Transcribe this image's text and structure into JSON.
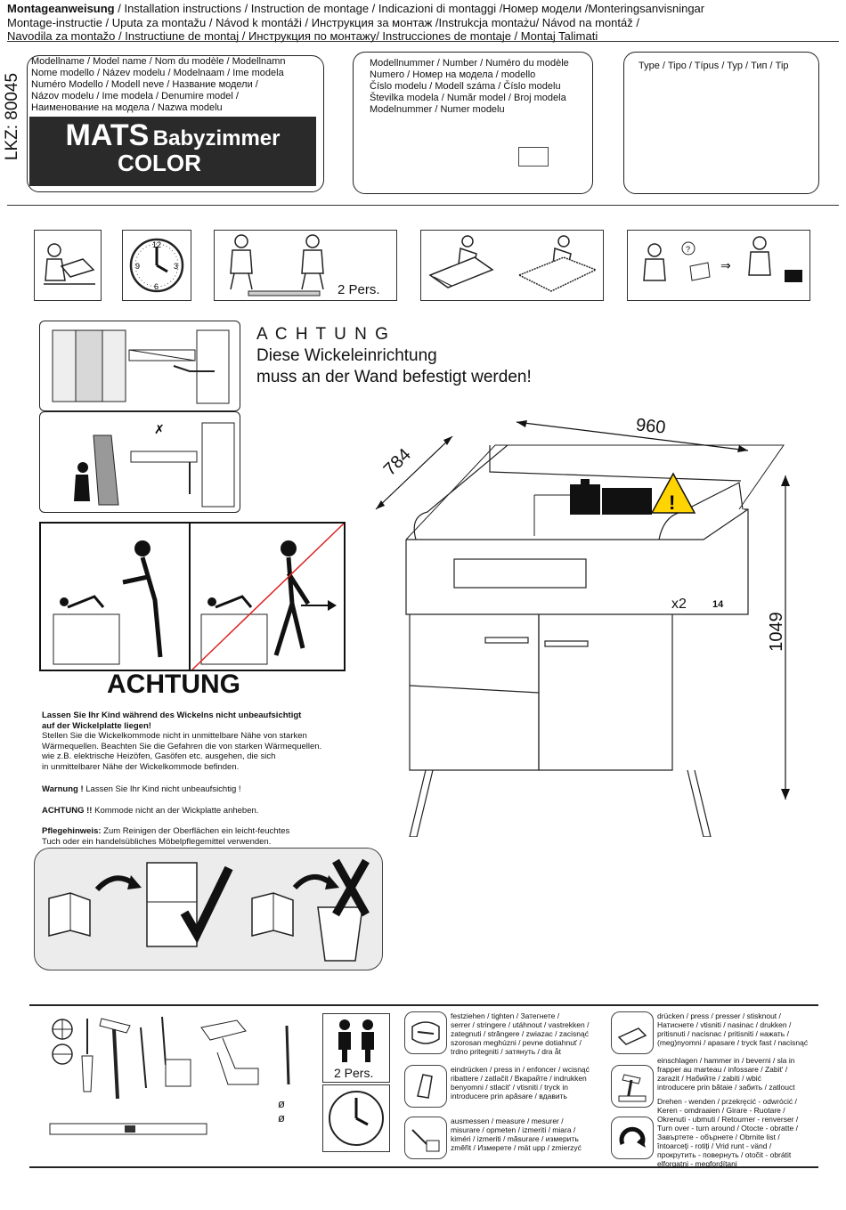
{
  "header": {
    "title_bold": "Montageanweisung",
    "line1_rest": " / Installation instructions / Instruction de montage / Indicazioni di montaggi /Номер модели /Monteringsanvisningar",
    "line2": "Montage-instructie / Uputa za montažu / Návod k montáži / Инструкция за монтаж /Instrukcja montażu/ Návod na montáž /",
    "line3": "Navodila za montažo / Instructiune de montaj / Инструкция по монтажу/ Instrucciones de montaje / Montaj Talimati"
  },
  "lkz": "LKZ: 80045",
  "model_box": {
    "label_lines": [
      "Modellname / Model name / Nom du modèle / Modellnamn",
      "Nome modello / Název modelu / Modelnaam / Ime modela",
      "Numéro Modello / Modell neve / Название модели /",
      "Názov modelu / Ime modela / Denumire model /",
      "Наименование на модела / Nazwa modelu"
    ],
    "name_big": "MATS",
    "name_rest": "Babyzimmer",
    "name_line2": "COLOR"
  },
  "number_box": {
    "label_lines": [
      "Modellnummer / Number / Numéro du modèle",
      "Numero / Номер на модела / modello",
      "Číslo modelu / Modell száma / Číslo modelu",
      "Številka modela / Număr model / Broj modela",
      "Modelnummer / Numer modelu"
    ]
  },
  "type_box": {
    "label": "Type / Tipo / Típus / Typ / Тип / Tip"
  },
  "pictos": {
    "two_persons": "2 Pers.",
    "clock_numbers": [
      "12",
      "3",
      "6",
      "9"
    ]
  },
  "wall_warning": {
    "title": "A C H T U N G",
    "line1": "Diese Wickeleinrichtung",
    "line2": "muss an der Wand befestigt werden!"
  },
  "dimensions": {
    "width": "960",
    "depth": "784",
    "height": "1049",
    "count": "x2",
    "count_num": "14"
  },
  "achtung_big": "ACHTUNG",
  "warnings": {
    "p1_bold_l1": "Lassen Sie Ihr Kind während des Wickelns nicht unbeaufsichtigt",
    "p1_bold_l2": "auf der Wickelplatte liegen!",
    "p1_l3": "Stellen Sie die Wickelkommode nicht in unmittelbare Nähe von starken",
    "p1_l4": "Wärmequellen. Beachten Sie die Gefahren die von starken Wärmequellen.",
    "p1_l5": "wie z.B. elektrische Heizöfen, Gasöfen etc. ausgehen, die sich",
    "p1_l6": "in unmittelbarer Nähe der Wickelkommode befinden.",
    "p2_bold": "Warnung !",
    "p2_rest": " Lassen Sie Ihr Kind nicht unbeaufsichtig !",
    "p3_bold": "ACHTUNG !!",
    "p3_rest": " Kommode nicht an der Wickplatte anheben.",
    "p4_bold": "Pflegehinweis:",
    "p4_rest": " Zum Reinigen der Oberflächen ein leicht-feuchtes",
    "p4_l2": "Tuch oder ein handelsübliches Möbelpflegemittel verwenden."
  },
  "tools": {
    "two_persons": "2 Pers.",
    "diameter1": "ø",
    "diameter2": "ø",
    "tighten": [
      "festziehen / tighten / Затегнете /",
      "serrer / stringere / utáhnout / vastrekken /",
      "zategnuti / strângere / zwiazac / zacisnąć",
      "szorosan meghúzni / pevne dotiahnuť /",
      "trdno pritegniti / затянуть / dra åt"
    ],
    "press": [
      "eindrücken / press in / enfoncer / wcisnąć",
      "ribattere / zatlačit / Вкарайте / indrukken",
      "benyomni / stlacit' / vtisniti / tryck in",
      "introducere prin apăsare / вдавить"
    ],
    "measure": [
      "ausmessen / measure / mesurer /",
      "misurare / opmeten / izmeriti / miara /",
      "kiméri / izmeriti / măsurare / измерить",
      "změřit / Измерете / mät upp / zmierzyć"
    ],
    "push": [
      "drücken / press / presser / stisknout /",
      "Натиснете / vtisniti / nasinac / drukken /",
      "pritisnuti / nacisnac / pritisniti / нажать /",
      "(meg)nyomni / apasare / tryck fast / nacisnąć"
    ],
    "hammer": [
      "einschlagen / hammer in / beverni / sla in",
      "frapper au marteau / infossare / Zabit' /",
      "zarazit / Набийте / zabiti / wbić",
      "introducere prin bătaie / забить / zatlouct"
    ],
    "turn": [
      "Drehen - wenden / przekręcić - odwrócić /",
      "Keren - omdraaien / Girare - Ruotare /",
      "Okrenuti - ubmuti / Retourner - renverser /",
      "Turn over - turn around / Otocte - obratte /",
      "Завъртете - обърнете / Obrnite list /",
      "întoarceți - rotiți / Vrid runt - vänd /",
      "прокрутить - повернуть / otočit - obrátit",
      "elforgatni - megfordítani"
    ]
  }
}
